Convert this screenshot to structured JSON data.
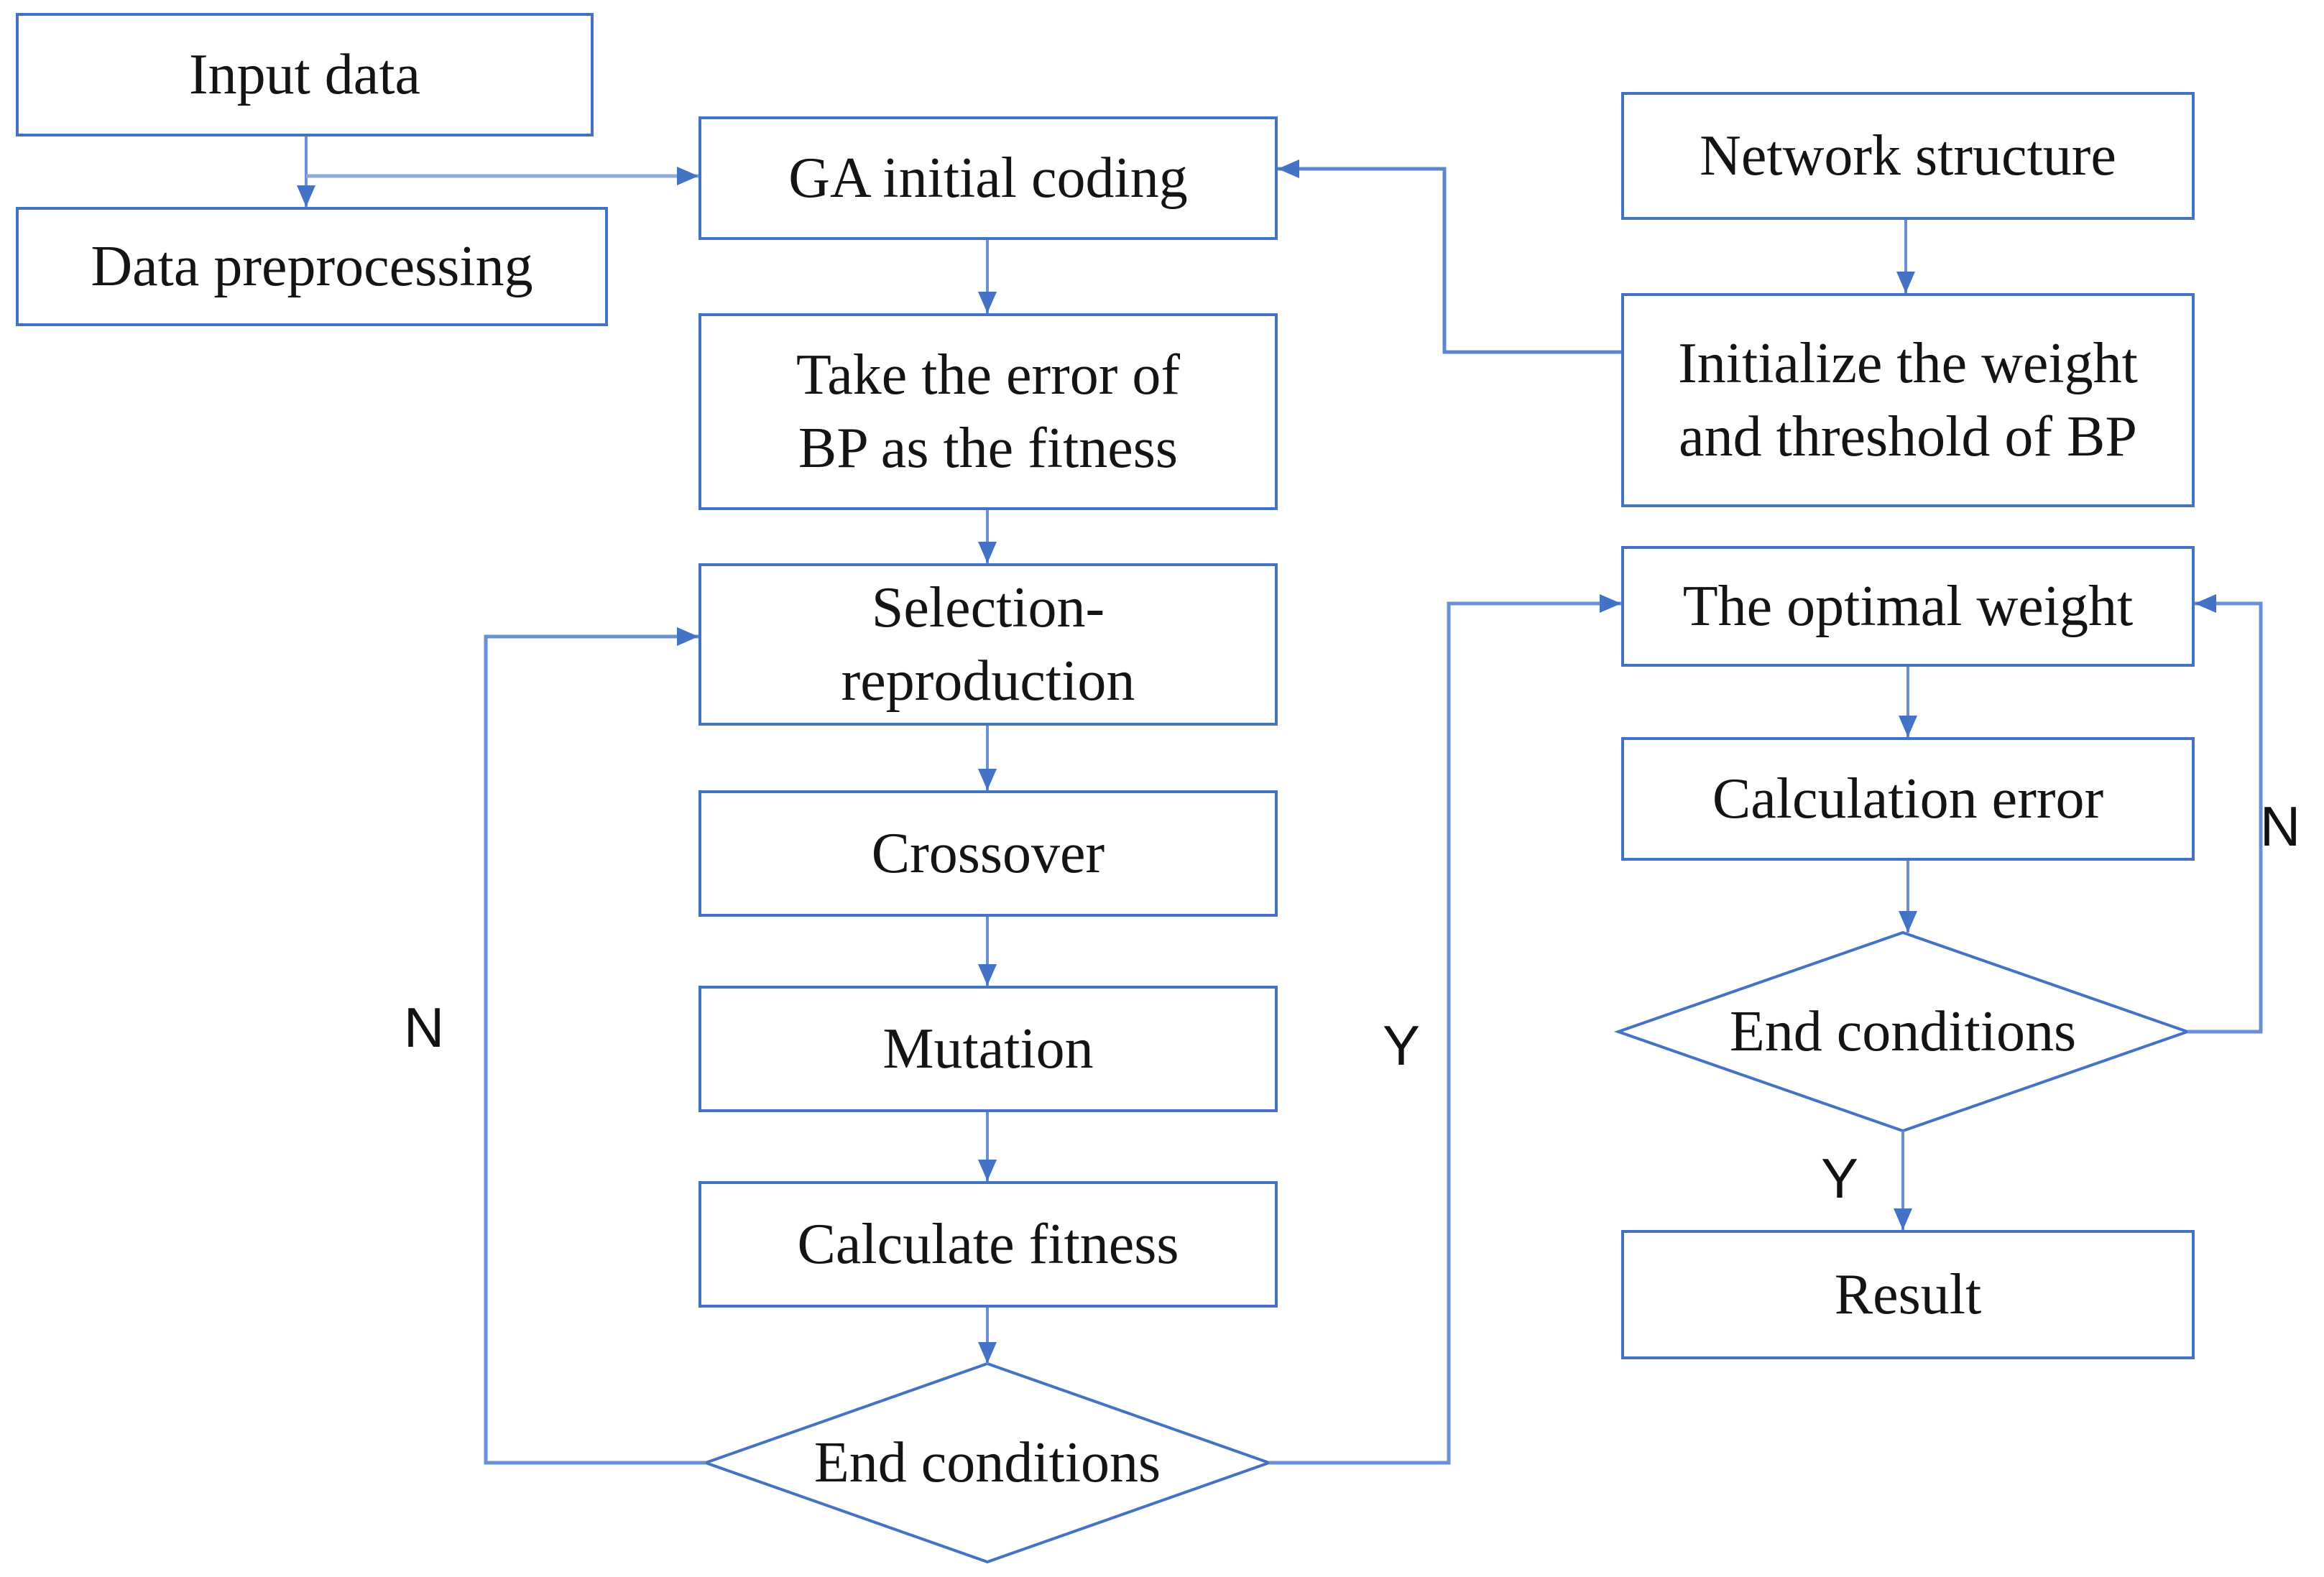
{
  "colors": {
    "box_border": "#4472C4",
    "connector": "#6B8FD3",
    "connector_light": "#8FAADC",
    "arrowhead": "#4472C4",
    "text": "#141414"
  },
  "nodes": {
    "input_data": {
      "label": "Input data",
      "shape": "rect"
    },
    "data_preprocessing": {
      "label": "Data preprocessing",
      "shape": "rect"
    },
    "ga_initial_coding": {
      "label": "GA initial coding",
      "shape": "rect"
    },
    "take_error": {
      "label": "Take the error of\nBP as the fitness",
      "shape": "rect"
    },
    "selection_reproduction": {
      "label": "Selection-\nreproduction",
      "shape": "rect"
    },
    "crossover": {
      "label": "Crossover",
      "shape": "rect"
    },
    "mutation": {
      "label": "Mutation",
      "shape": "rect"
    },
    "calculate_fitness": {
      "label": "Calculate fitness",
      "shape": "rect"
    },
    "end_conditions_ga": {
      "label": "End conditions",
      "shape": "diamond"
    },
    "network_structure": {
      "label": "Network structure",
      "shape": "rect"
    },
    "initialize_bp": {
      "label": "Initialize the weight\nand threshold of BP",
      "shape": "rect"
    },
    "optimal_weight": {
      "label": "The optimal weight",
      "shape": "rect"
    },
    "calculation_error": {
      "label": "Calculation error",
      "shape": "rect"
    },
    "end_conditions_bp": {
      "label": "End conditions",
      "shape": "diamond"
    },
    "result": {
      "label": "Result",
      "shape": "rect"
    }
  },
  "edge_labels": {
    "ga_loop_no": "N",
    "ga_loop_yes": "Y",
    "bp_loop_no": "N",
    "bp_loop_yes": "Y"
  }
}
